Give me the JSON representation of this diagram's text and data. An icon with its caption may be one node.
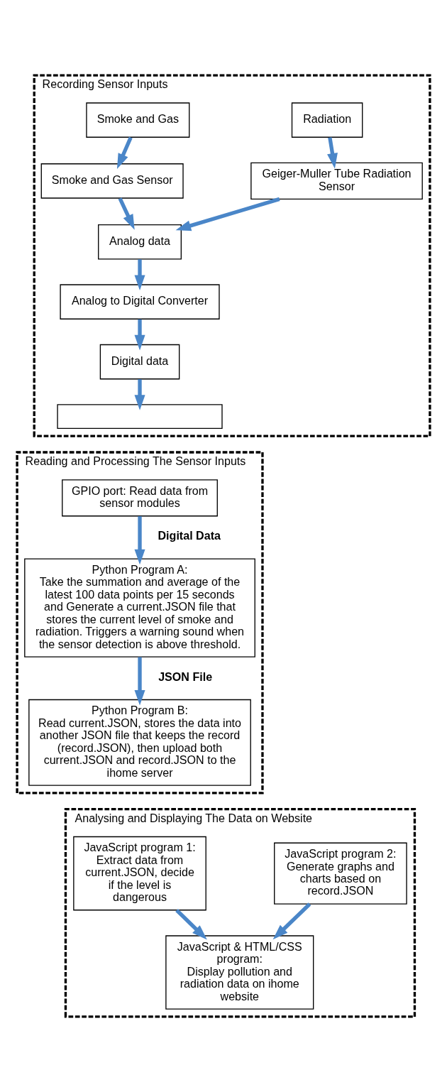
{
  "diagram": {
    "nodes": [
      {
        "text": [
          "Recording Sensor Inputs"
        ]
      },
      {
        "text": [
          "Smoke and Gas"
        ],
        "in": 0
      },
      {
        "text": [
          "Radiation"
        ],
        "in": 0
      },
      {
        "text": [
          "Smoke and Gas Sensor"
        ],
        "in": 0
      },
      {
        "text": [
          "Geiger-Muller Tube Radiation Sensor"
        ],
        "in": 0
      },
      {
        "text": [
          "Analog data"
        ],
        "in": 0
      },
      {
        "text": [
          "Analog to Digital Converter"
        ],
        "in": 0
      },
      {
        "text": [
          "Digital data"
        ],
        "in": 0
      },
      {
        "text": [],
        "shape": "box",
        "in": 0
      },
      {
        "text": [
          "Reading and Processing The Sensor Inputs"
        ]
      },
      {
        "text": [
          "GPIO port: Read data from sensor modules"
        ],
        "in": 9
      },
      {
        "text": [
          "Python Program A:",
          "Take the summation and average of the latest 100 data points per 15 seconds and Generate a current.JSON file that stores the current level of smoke and radiation. Triggers a warning sound when the sensor detection is above threshold."
        ],
        "in": 9
      },
      {
        "text": [
          "Python Program B:",
          "Read current.JSON, stores the data into another JSON file that keeps the record (record.JSON), then upload both current.JSON and record.JSON to the ihome server"
        ],
        "in": 9
      },
      {
        "text": [
          "Analysing and Displaying The Data on Website"
        ]
      },
      {
        "text": [
          "JavaScript program 1:",
          "Extract data from current.JSON, decide if the level is dangerous"
        ],
        "in": 13
      },
      {
        "text": [
          "JavaScript program 2:",
          "Generate graphs and charts based on record.JSON"
        ],
        "in": 13
      },
      {
        "text": [
          "JavaScript & HTML/CSS program:",
          "Display pollution and radiation data on ihome website"
        ],
        "in": 13
      }
    ],
    "edges": [
      {
        "from": 1,
        "to": 3,
        "arrow": "to"
      },
      {
        "from": 2,
        "to": 4,
        "arrow": "to"
      },
      {
        "from": 3,
        "to": 5,
        "arrow": "to"
      },
      {
        "from": 4,
        "to": 5,
        "arrow": "to"
      },
      {
        "from": 5,
        "to": 6,
        "arrow": "to"
      },
      {
        "from": 6,
        "to": 7,
        "arrow": "to"
      },
      {
        "from": 7,
        "to": 8,
        "arrow": "to"
      },
      {
        "from": 10,
        "to": 11,
        "arrow": "to",
        "label": "Digital Data"
      },
      {
        "from": 11,
        "to": 12,
        "arrow": "to",
        "label": "JSON File"
      },
      {
        "from": 14,
        "to": 16,
        "arrow": "to"
      },
      {
        "from": 15,
        "to": 16,
        "arrow": "to"
      }
    ]
  }
}
